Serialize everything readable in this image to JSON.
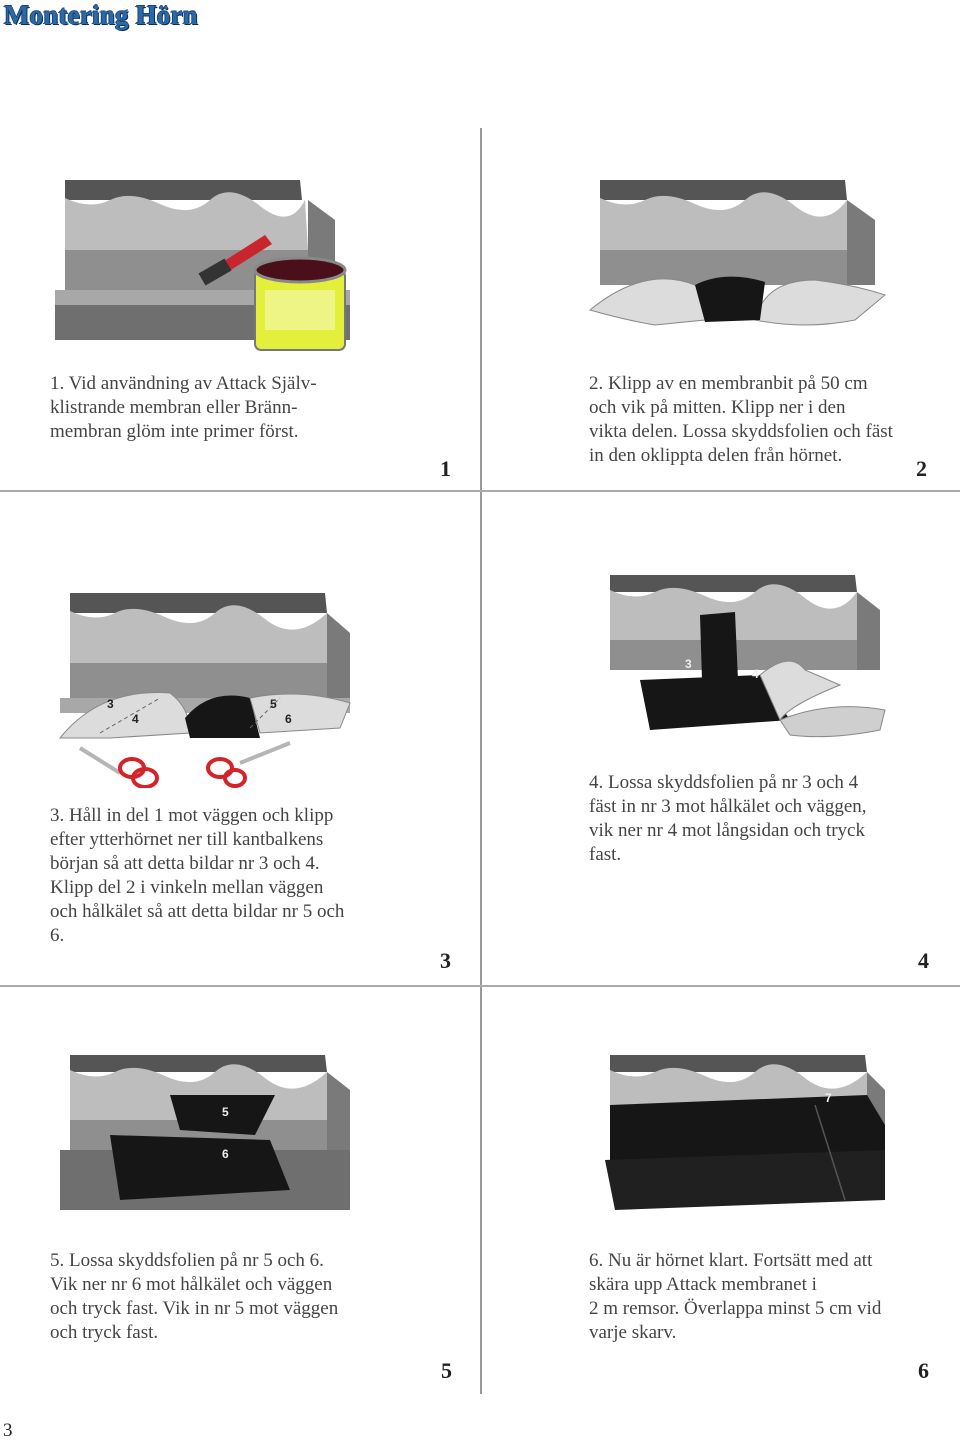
{
  "title": "Montering Hörn",
  "page_number": "3",
  "steps": [
    {
      "number": "1",
      "text": "1. Vid användning av Attack Själv-\nklistrande membran eller Bränn-\nmembran glöm inte primer först.",
      "labels": []
    },
    {
      "number": "2",
      "text": "2. Klipp av en membranbit på 50 cm\noch vik på mitten. Klipp ner i den\nvikta delen. Lossa skyddsfolien och fäst\nin den oklippta delen från hörnet.",
      "labels": []
    },
    {
      "number": "3",
      "text": "3. Håll in del 1 mot väggen och klipp\nefter ytterhörnet ner till kantbalkens\nbörjan så att detta bildar nr 3 och 4.\nKlipp  del 2 i vinkeln mellan väggen\noch hålkälet så att detta bildar nr 5 och\n6.",
      "labels": [
        "3",
        "4",
        "5",
        "6"
      ]
    },
    {
      "number": "4",
      "text": "4. Lossa skyddsfolien på nr 3 och 4\nfäst in nr 3 mot hålkälet och väggen,\nvik ner nr 4 mot långsidan och tryck\nfast.",
      "labels": [
        "3",
        "4"
      ]
    },
    {
      "number": "5",
      "text": "5. Lossa skyddsfolien på nr 5 och 6.\nVik ner nr 6 mot hålkälet och väggen\noch tryck fast. Vik in nr 5 mot väggen\noch tryck fast.",
      "labels": [
        "5",
        "6"
      ]
    },
    {
      "number": "6",
      "text": "6. Nu är hörnet klart. Fortsätt med att\nskära upp Attack membranet i\n2 m remsor. Överlappa minst 5 cm vid\nvarje skarv.",
      "labels": [
        "7"
      ]
    }
  ],
  "colors": {
    "title": "#2b6aa8",
    "concrete": "#8e8e8e",
    "membrane_black": "#151515",
    "membrane_silver": "#d8d8d8",
    "primer_yellow": "#e4ef3c",
    "scissors_red": "#d4232a"
  },
  "icons": {
    "step1": "primer-can-and-brush-icon",
    "step3": "scissors-icon"
  }
}
